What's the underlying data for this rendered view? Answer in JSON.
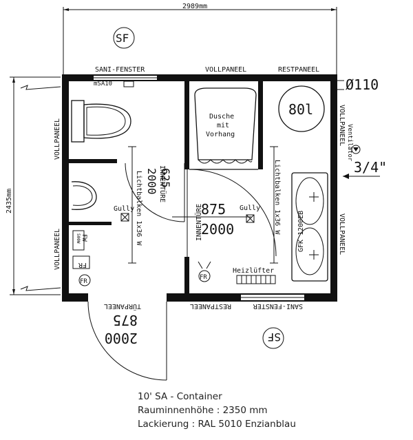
{
  "dimensions": {
    "width": "2989mm",
    "height": "2435mm"
  },
  "marks": {
    "sf": "SF",
    "fr": "FR"
  },
  "panels": {
    "sani_fenster": "SANI-FENSTER",
    "vollpaneel": "VOLLPANEEL",
    "restpaneel": "RESTPANEEL",
    "turpaneel": "TÜRPANEEL"
  },
  "fixtures": {
    "msa10": "mSA10",
    "dusche_line1": "Dusche",
    "dusche_line2": "mit",
    "dusche_line3": "Vorhang",
    "boiler": "80l",
    "gully": "Gully",
    "heizluefter": "Heizlüfter",
    "gfk": "GFK 1200EB",
    "fw_line1": "FW",
    "fw_line2": "500W",
    "ventilator": "Ventilator",
    "pipe_110": "Ø110",
    "pipe_34": "3/4\"",
    "lichtbalken": "Lichtbalken 1x36 W"
  },
  "doors": {
    "innenture": "INNENTÜRE",
    "door1_width": "625",
    "door1_height": "2000",
    "door2_width": "875",
    "door2_height": "2000",
    "door3_width": "875",
    "door3_height": "2000"
  },
  "notes": {
    "line1": "10' SA - Container",
    "line2": "Rauminnenhöhe : 2350 mm",
    "line3": "Lackierung : RAL 5010 Enzianblau"
  }
}
